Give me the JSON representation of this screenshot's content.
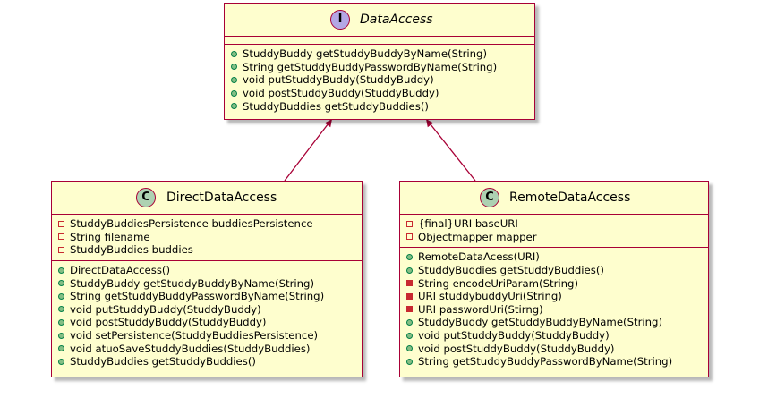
{
  "diagram": {
    "classes": {
      "data_access": {
        "stereotype_letter": "I",
        "name": "DataAccess",
        "fields": [],
        "methods": [
          {
            "visibility": "public",
            "text": "StuddyBuddy getStuddyBuddyByName(String)"
          },
          {
            "visibility": "public",
            "text": "String getStuddyBuddyPasswordByName(String)"
          },
          {
            "visibility": "public",
            "text": "void putStuddyBuddy(StuddyBuddy)"
          },
          {
            "visibility": "public",
            "text": "void postStuddyBuddy(StuddyBuddy)"
          },
          {
            "visibility": "public",
            "text": "StuddyBuddies getStuddyBuddies()"
          }
        ]
      },
      "direct_data_access": {
        "stereotype_letter": "C",
        "name": "DirectDataAccess",
        "fields": [
          {
            "visibility": "private",
            "text": "StuddyBuddiesPersistence buddiesPersistence"
          },
          {
            "visibility": "private",
            "text": "String filename"
          },
          {
            "visibility": "private",
            "text": "StuddyBuddies buddies"
          }
        ],
        "methods": [
          {
            "visibility": "public",
            "text": "DirectDataAccess()"
          },
          {
            "visibility": "public",
            "text": "StuddyBuddy getStuddyBuddyByName(String)"
          },
          {
            "visibility": "public",
            "text": "String getStuddyBuddyPasswordByName(String)"
          },
          {
            "visibility": "public",
            "text": "void putStuddyBuddy(StuddyBuddy)"
          },
          {
            "visibility": "public",
            "text": "void postStuddyBuddy(StuddyBuddy)"
          },
          {
            "visibility": "public",
            "text": "void setPersistence(StuddyBuddiesPersistence)"
          },
          {
            "visibility": "public",
            "text": "void atuoSaveStuddyBuddies(StuddyBuddies)"
          },
          {
            "visibility": "public",
            "text": "StuddyBuddies getStuddyBuddies()"
          }
        ]
      },
      "remote_data_access": {
        "stereotype_letter": "C",
        "name": "RemoteDataAccess",
        "fields": [
          {
            "visibility": "private",
            "text": "{final}URI baseURI"
          },
          {
            "visibility": "private",
            "text": "Objectmapper mapper"
          }
        ],
        "methods": [
          {
            "visibility": "public",
            "text": "RemoteDataAcess(URI)"
          },
          {
            "visibility": "public",
            "text": "StuddyBuddies getStuddyBuddies()"
          },
          {
            "visibility": "private",
            "text": "String encodeUriParam(String)"
          },
          {
            "visibility": "private",
            "text": "URI studdybuddyUri(String)"
          },
          {
            "visibility": "private",
            "text": "URI passwordUri(Stirng)"
          },
          {
            "visibility": "public",
            "text": "StuddyBuddy getStuddyBuddyByName(String)"
          },
          {
            "visibility": "public",
            "text": "void putStuddyBuddy(StuddyBuddy)"
          },
          {
            "visibility": "public",
            "text": "void postStuddyBuddy(StuddyBuddy)"
          },
          {
            "visibility": "public",
            "text": "String getStuddyBuddyPasswordByName(String)"
          }
        ]
      }
    },
    "relations": [
      {
        "from": "direct_data_access",
        "to": "data_access",
        "type": "implements"
      },
      {
        "from": "remote_data_access",
        "to": "data_access",
        "type": "implements"
      }
    ],
    "colors": {
      "class_fill": "#fefece",
      "border": "#a80036",
      "interface_badge": "#b4a7e5",
      "class_badge": "#add1b2",
      "public_marker": "#84be84",
      "private_marker": "#c82930"
    }
  }
}
